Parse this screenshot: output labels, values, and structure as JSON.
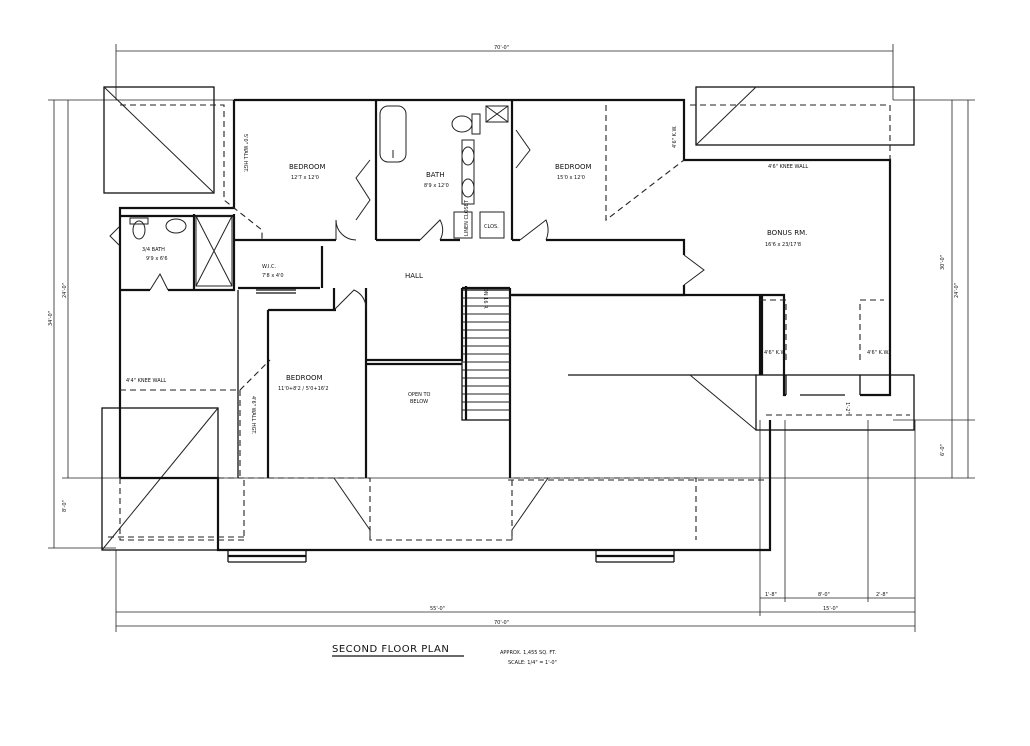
{
  "rooms": {
    "bedroom_nw": {
      "name": "BEDROOM",
      "size": "12'7 x 12'0"
    },
    "bath": {
      "name": "BATH",
      "size": "8'9 x 12'0"
    },
    "bedroom_ne": {
      "name": "BEDROOM",
      "size": "15'0 x 12'0"
    },
    "bonus": {
      "name": "BONUS RM.",
      "size": "16'6 x 23/17'8"
    },
    "bath34": {
      "name": "3/4 BATH",
      "size": "9'9 x 6'6"
    },
    "wic": {
      "name": "W.I.C.",
      "size": "7'8 x 4'0"
    },
    "hall": {
      "name": "HALL"
    },
    "bedroom_sw": {
      "name": "BEDROOM",
      "size": "11'0+8'2 / 5'0+16'2"
    },
    "open_line1": "OPEN TO",
    "open_line2": "BELOW",
    "linen": "LINEN CLOSET",
    "clos": "CLOS.",
    "stair_dn": "DN 16 R"
  },
  "notes": {
    "knee_top_left": "5'0\" WALL HGT.",
    "knee_ne": "4'6\" K.W.",
    "knee_bonus": "4'6\" KNEE WALL",
    "knee_sw": "4'4\" KNEE WALL",
    "wall_sw": "4'6\" WALL HGT.",
    "kw_left": "4'6\" K.W.",
    "kw_right": "4'6\" K.W.",
    "small_dim": "1'-2\""
  },
  "dimensions": {
    "top": "70'-0\"",
    "bottom_total": "70'-0\"",
    "bottom_main": "55'-0\"",
    "right_sub": "15'-0\"",
    "seg_a": "1'-8\"",
    "seg_b": "8'-0\"",
    "seg_c": "2'-8\"",
    "left_outer": "34'-0\"",
    "left_inner": "24'-0\"",
    "left_bottom": "8'-0\"",
    "right_inner": "24'-0\"",
    "right_outer": "30'-0\"",
    "right_bottom": "6'-0\""
  },
  "title": {
    "name": "SECOND FLOOR PLAN",
    "area": "APPROX. 1,455 SQ. FT.",
    "scale": "SCALE: 1/4\" = 1'-0\""
  }
}
